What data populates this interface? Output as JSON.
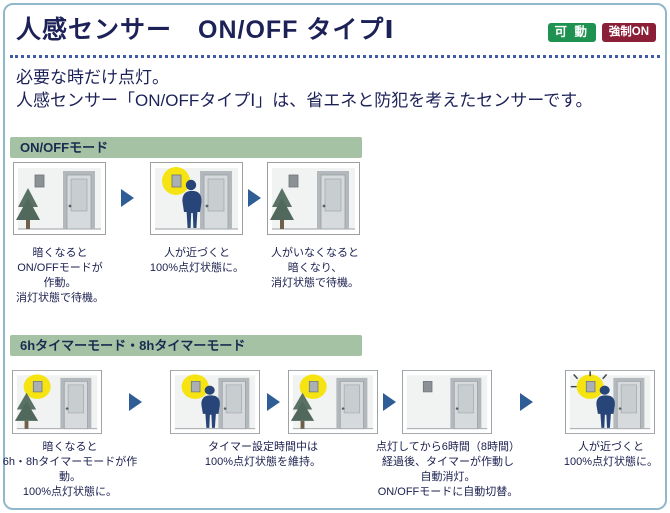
{
  "header": {
    "title": "人感センサー　ON/OFF タイプⅠ",
    "badges": [
      {
        "label": "可 動",
        "color": "#1f9150"
      },
      {
        "label": "強制ON",
        "color": "#8c1f38"
      }
    ]
  },
  "intro": {
    "line1": "必要な時だけ点灯。",
    "line2": "人感センサー「ON/OFFタイプⅠ」は、省エネと防犯を考えたセンサーです。"
  },
  "colors": {
    "frame_border": "#8fb9cb",
    "section_bar": "#a6c2a4",
    "text_navy": "#1c2158",
    "arrow": "#2f5d95",
    "light_yellow": "#f6e412"
  },
  "sections": [
    {
      "header": "ON/OFFモード",
      "steps": [
        {
          "scene": {
            "glow": false,
            "person": false,
            "tree": true,
            "rays": false
          }
        },
        {
          "scene": {
            "glow": true,
            "person": true,
            "tree": false,
            "rays": false
          }
        },
        {
          "scene": {
            "glow": false,
            "person": false,
            "tree": true,
            "rays": false
          }
        }
      ],
      "captions": [
        "暗くなると\nON/OFFモードが\n作動。\n消灯状態で待機。",
        "人が近づくと\n100%点灯状態に。",
        "人がいなくなると\n暗くなり、\n消灯状態で待機。"
      ]
    },
    {
      "header": "6hタイマーモード・8hタイマーモード",
      "steps": [
        {
          "scene": {
            "glow": true,
            "person": false,
            "tree": true,
            "rays": false
          }
        },
        {
          "scene": {
            "glow": true,
            "person": true,
            "tree": false,
            "rays": false
          }
        },
        {
          "scene": {
            "glow": true,
            "person": false,
            "tree": true,
            "rays": false
          }
        },
        {
          "scene": {
            "glow": false,
            "person": false,
            "tree": false,
            "rays": false
          }
        },
        {
          "scene": {
            "glow": true,
            "person": true,
            "tree": false,
            "rays": true
          }
        }
      ],
      "captions": [
        "暗くなると\n6h・8hタイマーモードが作動。\n100%点灯状態に。",
        "タイマー設定時間中は\n100%点灯状態を維持。",
        "点灯してから6時間（8時間）\n経過後、タイマーが作動し\n自動消灯。\nON/OFFモードに自動切替。",
        "人が近づくと\n100%点灯状態に。"
      ]
    }
  ]
}
